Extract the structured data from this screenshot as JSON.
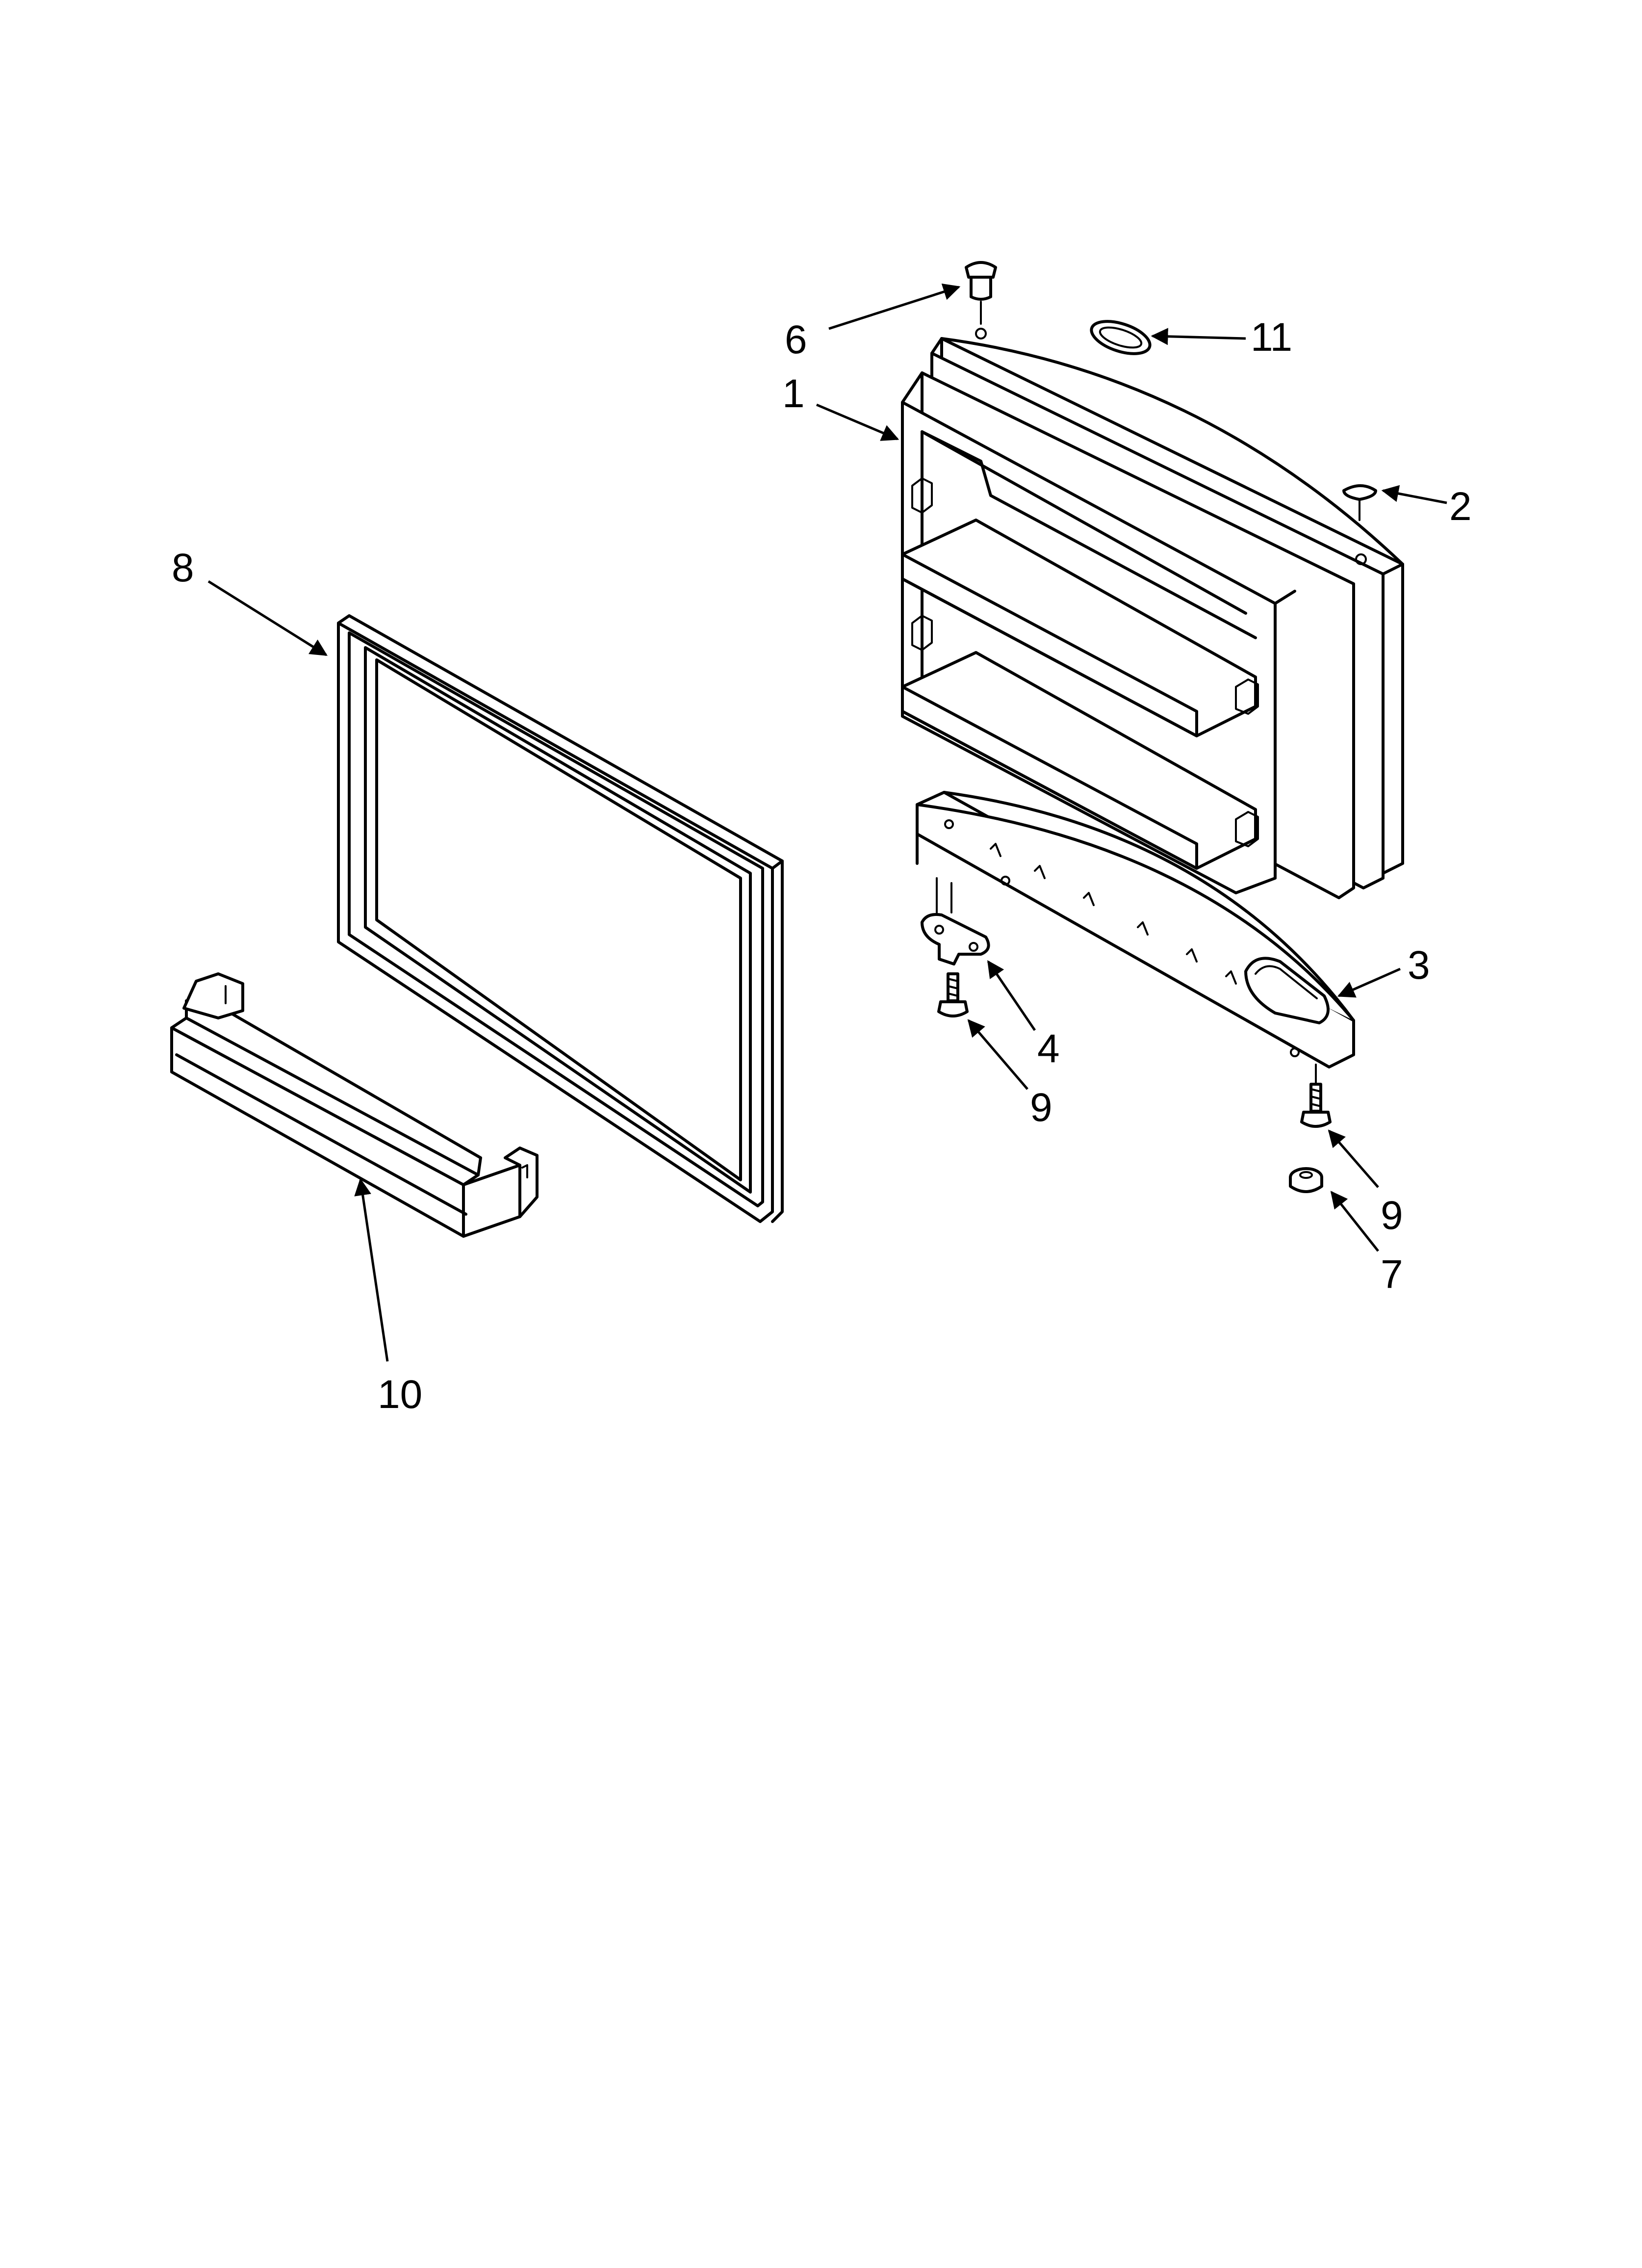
{
  "diagram": {
    "callouts": [
      {
        "id": "c1",
        "label": "1"
      },
      {
        "id": "c2",
        "label": "2"
      },
      {
        "id": "c3",
        "label": "3"
      },
      {
        "id": "c4",
        "label": "4"
      },
      {
        "id": "c6",
        "label": "6"
      },
      {
        "id": "c7",
        "label": "7"
      },
      {
        "id": "c8",
        "label": "8"
      },
      {
        "id": "c9a",
        "label": "9"
      },
      {
        "id": "c9b",
        "label": "9"
      },
      {
        "id": "c10",
        "label": "10"
      },
      {
        "id": "c11",
        "label": "11"
      }
    ],
    "colors": {
      "line": "#000000",
      "background": "#ffffff"
    }
  }
}
